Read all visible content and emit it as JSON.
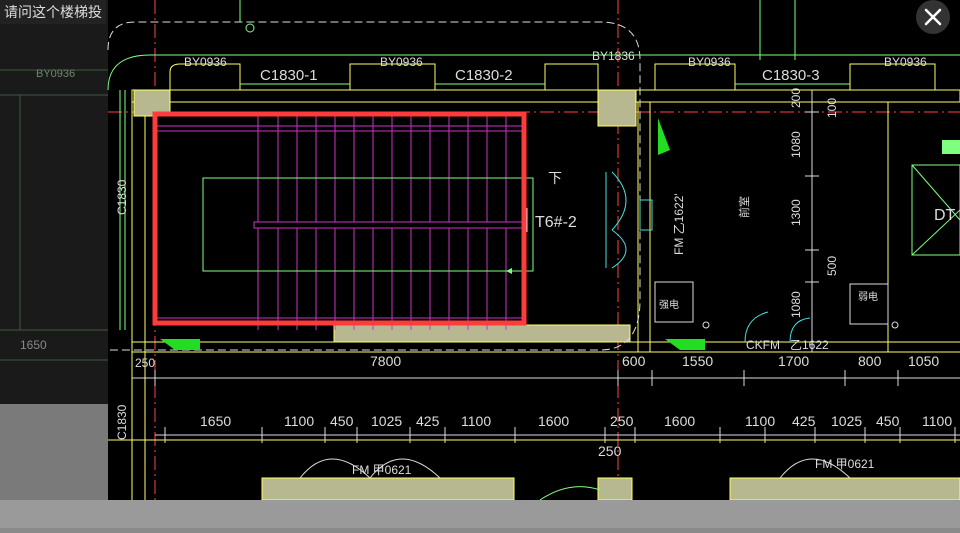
{
  "caption": "请问这个楼梯投",
  "close_icon": "close-icon",
  "colors": {
    "canvas": "#000000",
    "highlight": "#ff3b3b",
    "wall": "#ffff66",
    "dim": "#ffffff",
    "grid": "#ff4444",
    "stair": "#cc33cc",
    "window": "#7fff7f",
    "door": "#44e0e0"
  },
  "plan": {
    "windows_top": [
      "BY0936",
      "BY0936",
      "BY1836",
      "BY0936",
      "BY0936"
    ],
    "windows_top_left": "BY0936",
    "window_codes": [
      "C1830-1",
      "C1830-2",
      "C1830-3"
    ],
    "stair_label": "T6#-2",
    "down_label": "下",
    "left_window": "C1830",
    "left_window_lower": "C1830",
    "door_fm": "FM 乙1622'",
    "door_ckfm": "CKFM",
    "door_ckfm_code": "乙1622",
    "room_label": "前室",
    "small_label_1": "强电",
    "small_label_2": "弱电",
    "dt_label": "DT",
    "fm_jia_left": "FM 甲0621",
    "fm_jia_right": "FM 甲0621",
    "dims_vertical": [
      "200",
      "100",
      "1080",
      "1300",
      "500",
      "1080"
    ],
    "dim_row1": {
      "left": "1650",
      "short_left": "250",
      "main": "7800",
      "a": "600",
      "b": "1550",
      "c": "1700",
      "d": "800",
      "e": "1050"
    },
    "dim_row2": [
      "1650",
      "1100",
      "450",
      "1025",
      "425",
      "1100",
      "1600",
      "250",
      "1600",
      "1100",
      "425",
      "1025",
      "450",
      "1100"
    ],
    "dim_row2_extra": "250"
  }
}
